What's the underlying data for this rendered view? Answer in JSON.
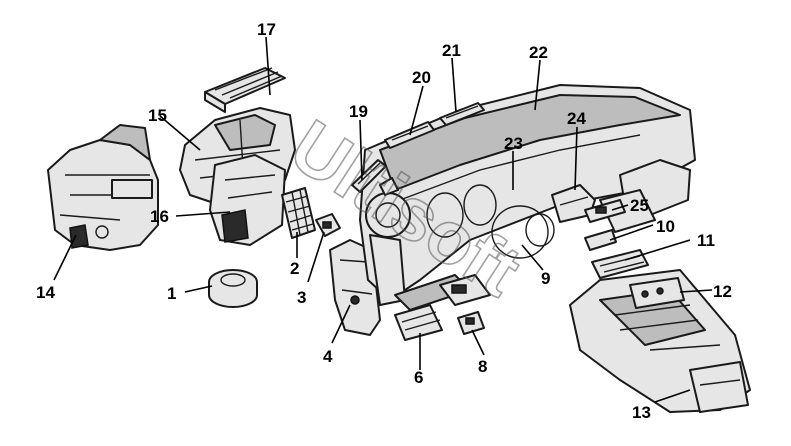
{
  "diagram": {
    "watermark": "Ultisoft",
    "labels": [
      {
        "id": "1",
        "text": "1"
      },
      {
        "id": "2",
        "text": "2"
      },
      {
        "id": "3",
        "text": "3"
      },
      {
        "id": "4",
        "text": "4"
      },
      {
        "id": "6",
        "text": "6"
      },
      {
        "id": "8",
        "text": "8"
      },
      {
        "id": "9",
        "text": "9"
      },
      {
        "id": "10",
        "text": "10"
      },
      {
        "id": "11",
        "text": "11"
      },
      {
        "id": "12",
        "text": "12"
      },
      {
        "id": "13",
        "text": "13"
      },
      {
        "id": "14",
        "text": "14"
      },
      {
        "id": "15",
        "text": "15"
      },
      {
        "id": "16",
        "text": "16"
      },
      {
        "id": "17",
        "text": "17"
      },
      {
        "id": "19",
        "text": "19"
      },
      {
        "id": "20",
        "text": "20"
      },
      {
        "id": "21",
        "text": "21"
      },
      {
        "id": "22",
        "text": "22"
      },
      {
        "id": "23",
        "text": "23"
      },
      {
        "id": "24",
        "text": "24"
      },
      {
        "id": "25",
        "text": "25"
      }
    ]
  }
}
